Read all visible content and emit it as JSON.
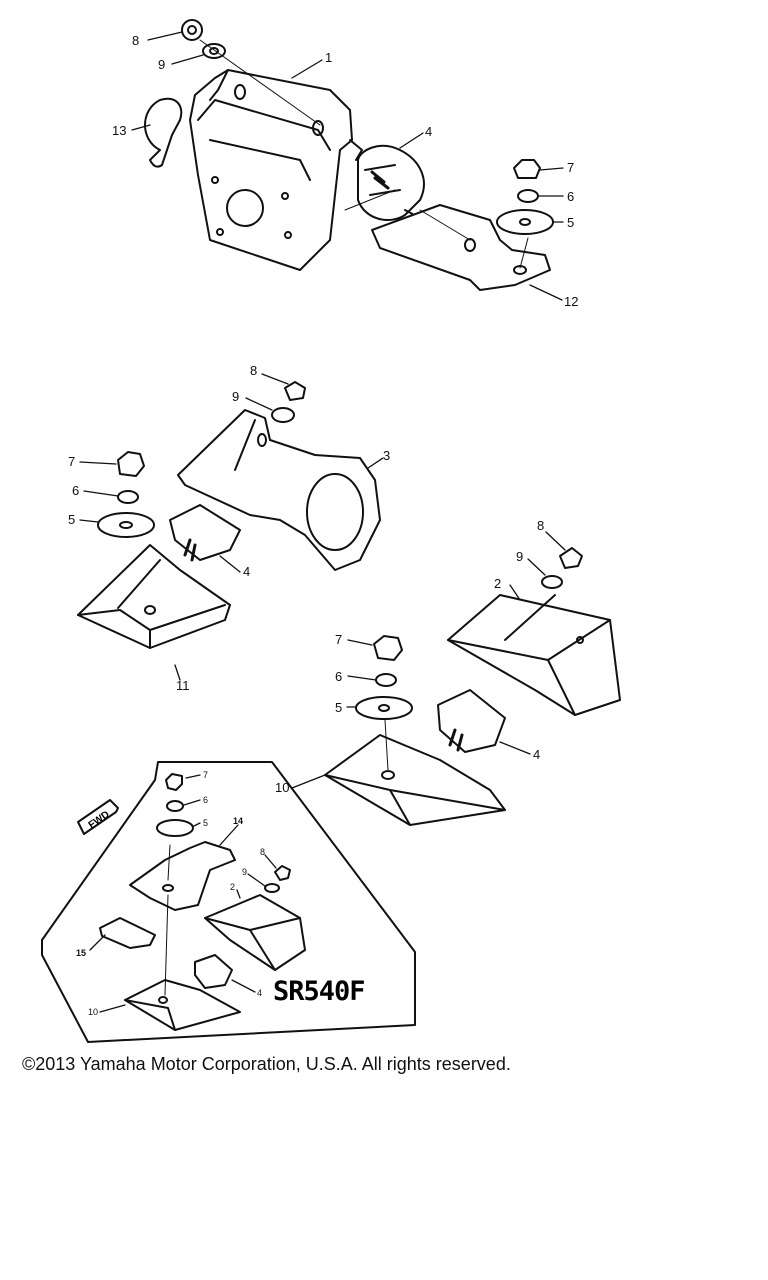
{
  "diagram": {
    "callouts": {
      "top": [
        "8",
        "9",
        "1",
        "13",
        "4",
        "7",
        "6",
        "5",
        "12"
      ],
      "middle_left": [
        "8",
        "9",
        "3",
        "7",
        "6",
        "5",
        "4",
        "11"
      ],
      "middle_right": [
        "8",
        "9",
        "2",
        "7",
        "6",
        "5",
        "4",
        "10"
      ],
      "inset": [
        "7",
        "6",
        "5",
        "14",
        "8",
        "9",
        "2",
        "15",
        "4",
        "10"
      ]
    },
    "fwd_label": "FWD",
    "model_label": "SR540F"
  },
  "footer": {
    "copyright": "©2013 Yamaha Motor Corporation, U.S.A. All rights reserved."
  }
}
